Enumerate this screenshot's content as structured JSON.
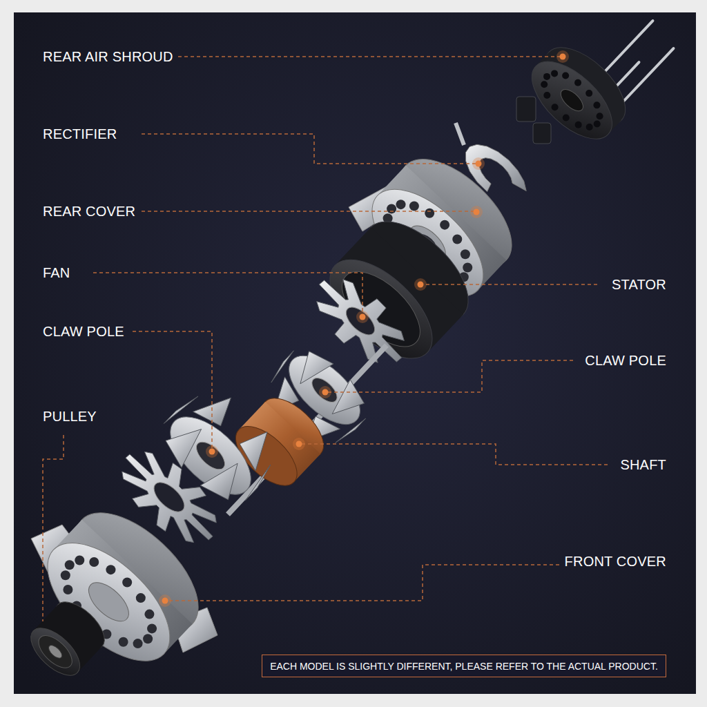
{
  "diagram": {
    "nodes": [
      {
        "text": [
          "EACH MODEL IS SLIGHTLY DIFFERENT, PLEASE REFER TO THE ACTUAL PRODUCT."
        ]
      }
    ],
    "labels": [
      "REAR AIR SHROUD",
      "RECTIFIER",
      "REAR COVER",
      "FAN",
      "STATOR",
      "CLAW POLE",
      "CLAW POLE",
      "PULLEY",
      "SHAFT",
      "FRONT COVER"
    ]
  }
}
